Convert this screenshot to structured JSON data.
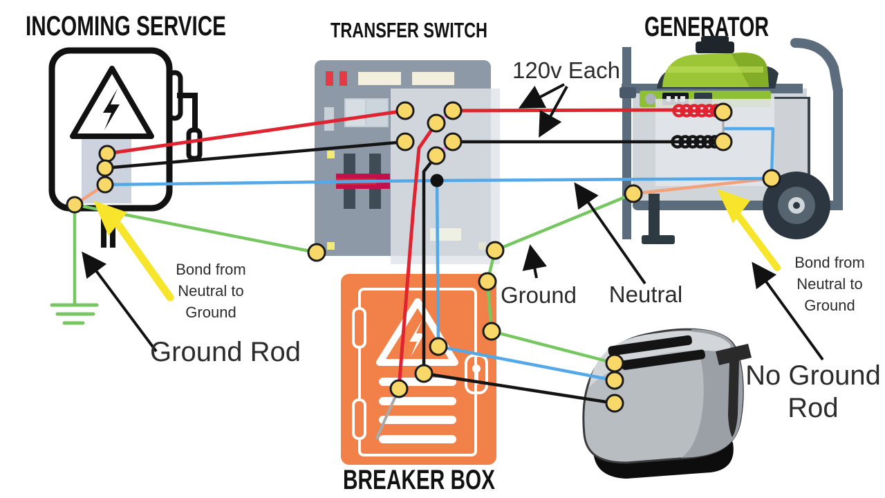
{
  "titles": {
    "incoming_service": "INCOMING SERVICE",
    "transfer_switch": "TRANSFER SWITCH",
    "generator": "GENERATOR",
    "breaker_box": "BREAKER BOX"
  },
  "labels": {
    "voltage": "120v Each",
    "ground": "Ground",
    "neutral": "Neutral",
    "bond_left": [
      "Bond from",
      "Neutral to",
      "Ground"
    ],
    "bond_right": [
      "Bond from",
      "Neutral to",
      "Ground"
    ],
    "ground_rod": "Ground Rod",
    "no_ground_rod": [
      "No Ground",
      "Rod"
    ]
  },
  "colors": {
    "hot_wire_red": "#e02330",
    "hot_wire_black": "#141414",
    "neutral_wire_blue": "#54a8e8",
    "ground_wire_green": "#76c761",
    "bond_wire_orange": "#f2a27a",
    "jumper_pink": "#ef9ae2",
    "connector_dot_yellow": "#f8d868",
    "highlight_arrow_yellow": "#f6e52b",
    "breaker_box_orange": "#f28049",
    "panel_gray": "#8d99a6",
    "generator_green": "#9cc636"
  }
}
